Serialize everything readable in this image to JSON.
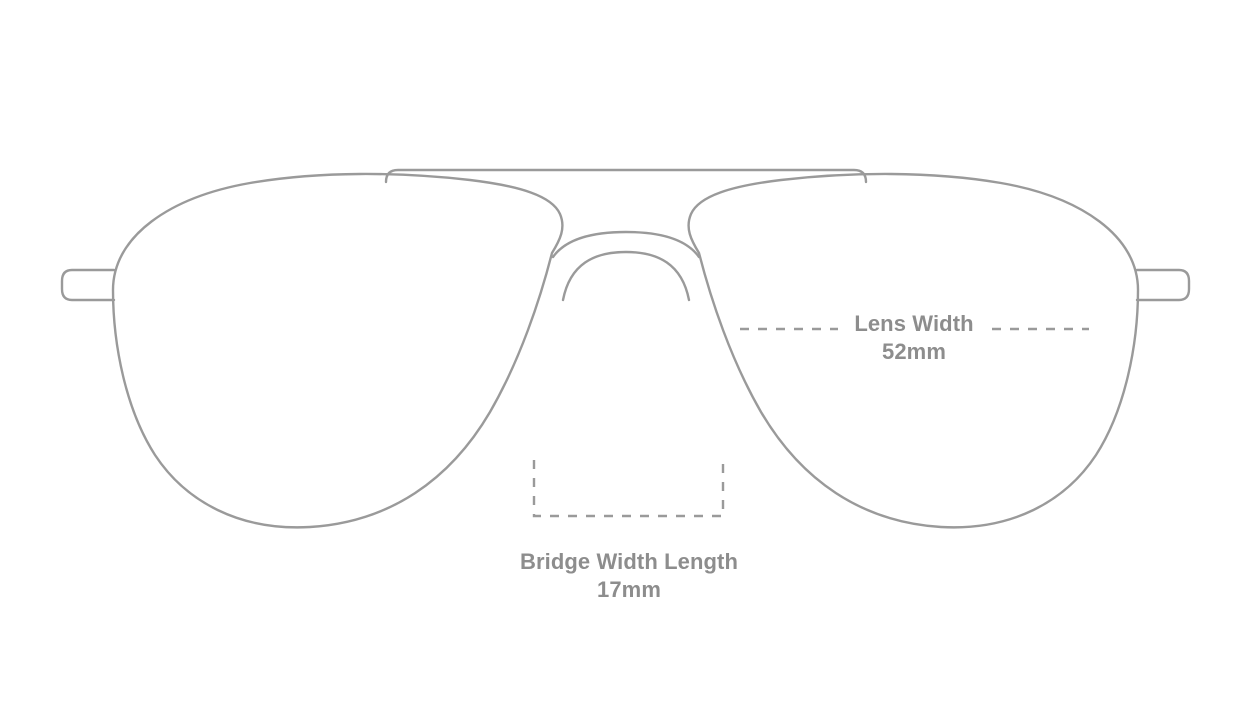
{
  "diagram": {
    "type": "eyeglasses-measurement-diagram",
    "style": "aviator",
    "stroke_color": "#9a9a9a",
    "text_color": "#8d8d8d",
    "background_color": "#ffffff",
    "stroke_width": 2.4
  },
  "measurements": {
    "lens_width": {
      "title": "Lens Width",
      "value": "52mm",
      "number": 52,
      "unit": "mm",
      "guide": "dashed-horizontal-line"
    },
    "bridge_width": {
      "title": "Bridge Width Length",
      "value": "17mm",
      "number": 17,
      "unit": "mm",
      "guide": "dashed-open-rectangle"
    }
  },
  "parts": {
    "left_lens": "left-lens-outline",
    "right_lens": "right-lens-outline",
    "brow_bar": "top-brow-bar",
    "nose_bridge_outer": "nose-bridge-outer-arc",
    "nose_bridge_inner": "nose-bridge-inner-arc",
    "left_temple": "left-temple-tab",
    "right_temple": "right-temple-tab"
  }
}
